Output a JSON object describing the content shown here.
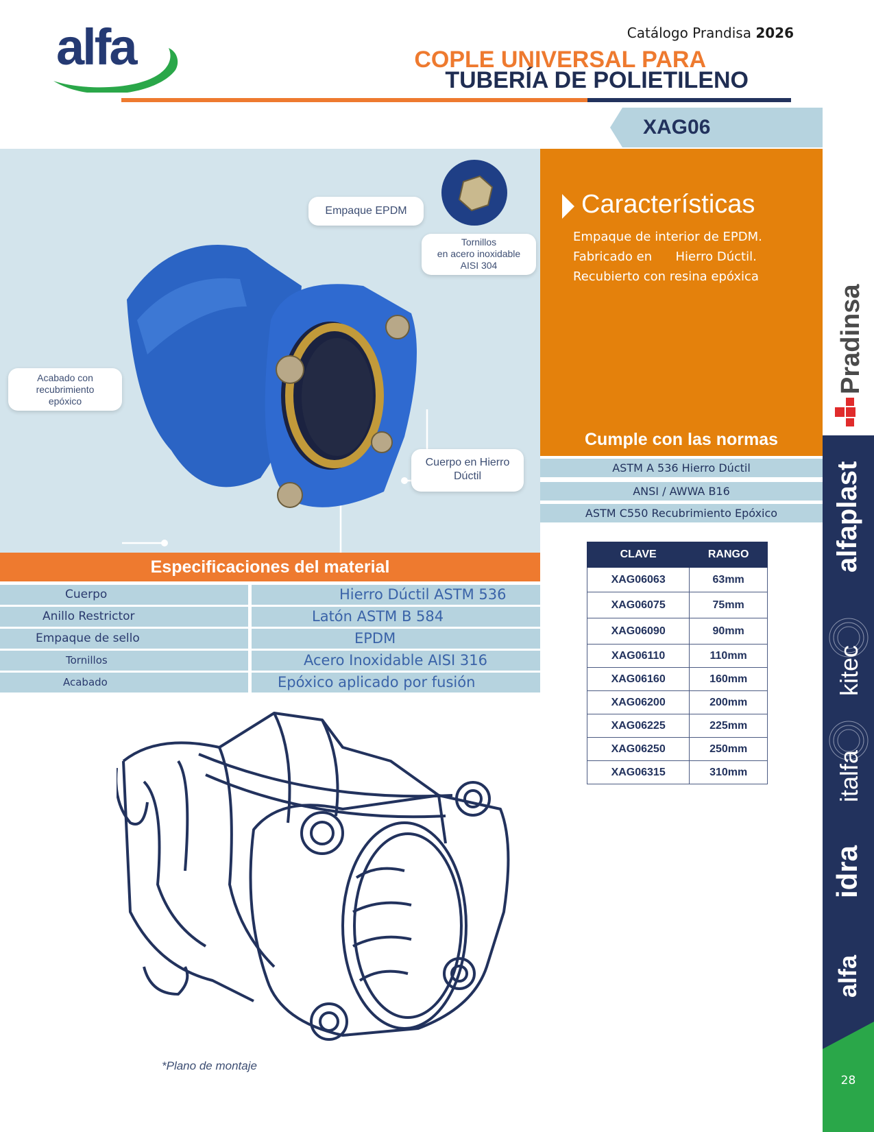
{
  "header": {
    "logo": "alfa",
    "catalog_prefix": "Catálogo Prandisa",
    "catalog_year": "2026",
    "title_line1": "COPLE UNIVERSAL PARA",
    "title_line2": "TUBERÍA DE POLIETILENO"
  },
  "product_code": "XAG06",
  "callouts": {
    "empaque": "Empaque EPDM",
    "tornillos": [
      "Tornillos",
      "en acero inoxidable",
      "AISI 304"
    ],
    "acabado": [
      "Acabado con",
      "recubrimiento",
      "epóxico"
    ],
    "cuerpo": [
      "Cuerpo en Hierro",
      "Dúctil"
    ]
  },
  "features": {
    "title": "Características",
    "items": [
      "Empaque de interior de EPDM.",
      "Fabricado en      Hierro Dúctil.",
      "Recubierto con resina epóxica"
    ],
    "norms_title": "Cumple con las normas",
    "norms": [
      "ASTM A 536 Hierro Dúctil",
      "ANSI / AWWA B16",
      "ASTM C550 Recubrimiento Epóxico"
    ]
  },
  "specs": {
    "title": "Especificaciones del material",
    "rows": [
      {
        "label": "Cuerpo",
        "value": "Hierro Dúctil ASTM 536"
      },
      {
        "label": "Anillo Restrictor",
        "value": "Latón ASTM B 584"
      },
      {
        "label": "Empaque de sello",
        "value": "EPDM"
      },
      {
        "label": "Tornillos",
        "value": "Acero Inoxidable AISI 316"
      },
      {
        "label": "Acabado",
        "value": "Epóxico aplicado por fusión"
      }
    ]
  },
  "table": {
    "headers": [
      "CLAVE",
      "RANGO"
    ],
    "rows": [
      [
        "XAG06063",
        "63mm"
      ],
      [
        "XAG06075",
        "75mm"
      ],
      [
        "XAG06090",
        "90mm"
      ],
      [
        "XAG06110",
        "110mm"
      ],
      [
        "XAG06160",
        "160mm"
      ],
      [
        "XAG06200",
        "200mm"
      ],
      [
        "XAG06225",
        "225mm"
      ],
      [
        "XAG06250",
        "250mm"
      ],
      [
        "XAG06315",
        "310mm"
      ]
    ]
  },
  "drawing_caption": "*Plano de montaje",
  "sidebar": {
    "brands": [
      "Pradinsa",
      "alfaplast",
      "kitec",
      "italfa",
      "idra",
      "alfa"
    ],
    "page_number": "28"
  },
  "colors": {
    "orange": "#ee7a2f",
    "dark_orange": "#e4810c",
    "navy": "#22325d",
    "light_blue": "#b6d3df",
    "panel_blue": "#d3e4ec",
    "green": "#2aa749"
  }
}
